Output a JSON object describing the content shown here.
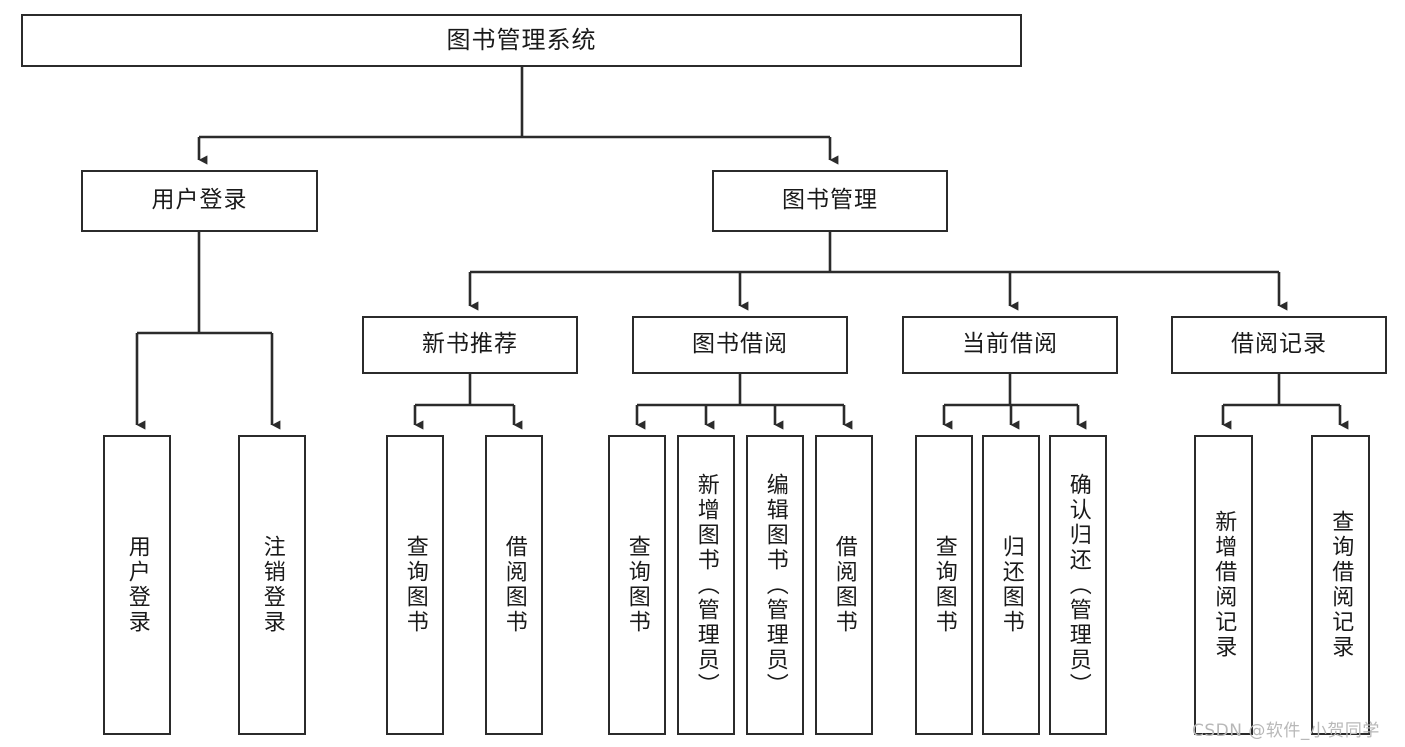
{
  "diagram": {
    "title": "图书管理系统",
    "type": "tree-hierarchy-diagram",
    "root": {
      "label": "图书管理系统"
    },
    "level2": [
      {
        "label": "用户登录"
      },
      {
        "label": "图书管理"
      }
    ],
    "level3": [
      {
        "label": "新书推荐"
      },
      {
        "label": "图书借阅"
      },
      {
        "label": "当前借阅"
      },
      {
        "label": "借阅记录"
      }
    ],
    "leaves": {
      "user_login": [
        {
          "label": "用户登录"
        },
        {
          "label": "注销登录"
        }
      ],
      "new_book_recommend": [
        {
          "label": "查询图书"
        },
        {
          "label": "借阅图书"
        }
      ],
      "book_borrow": [
        {
          "label": "查询图书"
        },
        {
          "label": "新增图书（管理员）"
        },
        {
          "label": "编辑图书（管理员）"
        },
        {
          "label": "借阅图书"
        }
      ],
      "current_borrow": [
        {
          "label": "查询图书"
        },
        {
          "label": "归还图书"
        },
        {
          "label": "确认归还（管理员）"
        }
      ],
      "borrow_records": [
        {
          "label": "新增借阅记录"
        },
        {
          "label": "查询借阅记录"
        }
      ]
    }
  },
  "watermark": {
    "text": "CSDN @软件_小贺同学"
  },
  "colors": {
    "stroke": "#2b2b2b",
    "background": "#ffffff",
    "text": "#1a1a1a",
    "watermark": "#b8b8b8"
  }
}
